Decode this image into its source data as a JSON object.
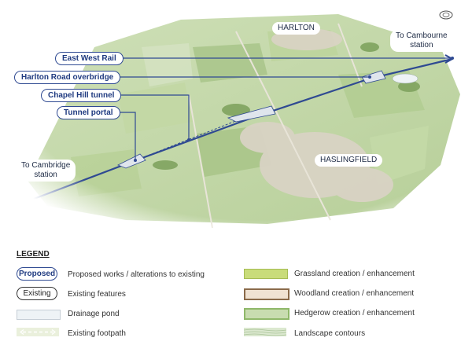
{
  "places": {
    "harlton": "HARLTON",
    "haslingfield": "HASLINGFIELD",
    "to_cambourne": [
      "To Cambourne",
      "station"
    ],
    "to_cambridge": [
      "To Cambridge",
      "station"
    ]
  },
  "callouts": {
    "east_west_rail": "East West Rail",
    "harlton_road_overbridge": "Harlton Road overbridge",
    "chapel_hill_tunnel": "Chapel Hill tunnel",
    "tunnel_portal": "Tunnel portal"
  },
  "legend": {
    "title": "LEGEND",
    "proposed_key": "Proposed",
    "proposed_label": "Proposed works / alterations to existing",
    "existing_key": "Existing",
    "existing_label": "Existing features",
    "drainage_label": "Drainage pond",
    "footpath_label": "Existing footpath",
    "grassland_label": "Grassland creation / enhancement",
    "woodland_label": "Woodland creation / enhancement",
    "hedgerow_label": "Hedgerow creation / enhancement",
    "contours_label": "Landscape contours"
  },
  "colors": {
    "proposed_line": "#2f4a92",
    "grassland": "#c9dc7a",
    "woodland": "#8a6a4a",
    "hedgerow": "#8fb86a",
    "drainage": "#eef3f6"
  },
  "icons": {
    "compass": "compass-rose-icon"
  }
}
